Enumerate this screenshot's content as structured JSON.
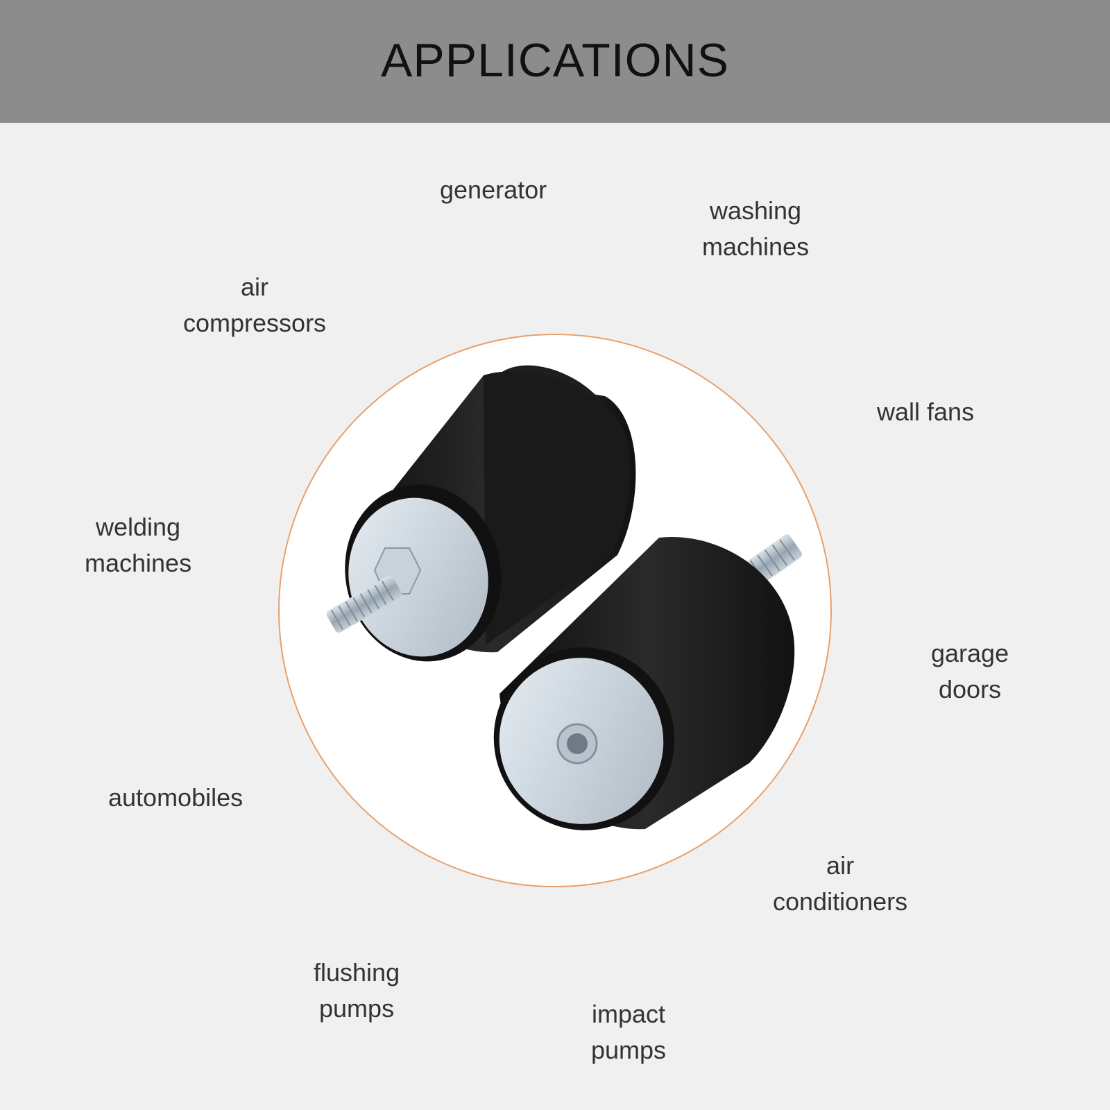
{
  "header": {
    "title": "APPLICATIONS"
  },
  "colors": {
    "header_bg": "#8c8c8c",
    "page_bg": "#f0f0f0",
    "circle_border": "#e8a06c",
    "rubber": "#1c1c1c",
    "metal": "#cfd8e0"
  },
  "applications": [
    {
      "line1": "generator",
      "line2": ""
    },
    {
      "line1": "washing",
      "line2": "machines"
    },
    {
      "line1": "air",
      "line2": "compressors"
    },
    {
      "line1": "wall fans",
      "line2": ""
    },
    {
      "line1": "welding",
      "line2": "machines"
    },
    {
      "line1": "garage",
      "line2": "doors"
    },
    {
      "line1": "automobiles",
      "line2": ""
    },
    {
      "line1": "air",
      "line2": "conditioners"
    },
    {
      "line1": "flushing",
      "line2": "pumps"
    },
    {
      "line1": "impact",
      "line2": "pumps"
    }
  ]
}
